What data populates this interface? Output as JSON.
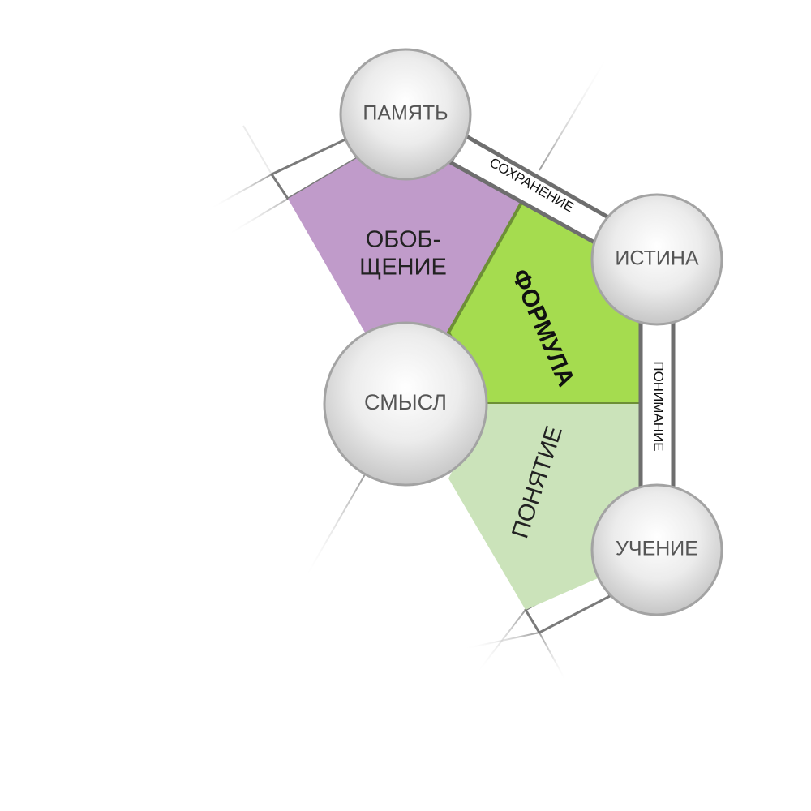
{
  "colors": {
    "generalization": "#c09bca",
    "formula": "#a5dc4f",
    "concept": "#cbe3ba",
    "node_fill_light": "#ffffff",
    "node_fill_dark": "#c9c9c9",
    "node_stroke": "#a3a3a3",
    "band_stroke": "#6e6e6e",
    "spoke": "#b5b5b5"
  },
  "nodes": {
    "memory": "ПАМЯТЬ",
    "truth": "ИСТИНА",
    "meaning": "СМЫСЛ",
    "learning": "УЧЕНИЕ"
  },
  "regions": {
    "generalization_line1": "ОБОБ-",
    "generalization_line2": "ЩЕНИЕ",
    "formula": "ФОРМУЛА",
    "concept": "ПОНЯТИЕ"
  },
  "bands": {
    "preservation": "СОХРАНЕНИЕ",
    "understanding": "ПОНИМАНИЕ"
  }
}
